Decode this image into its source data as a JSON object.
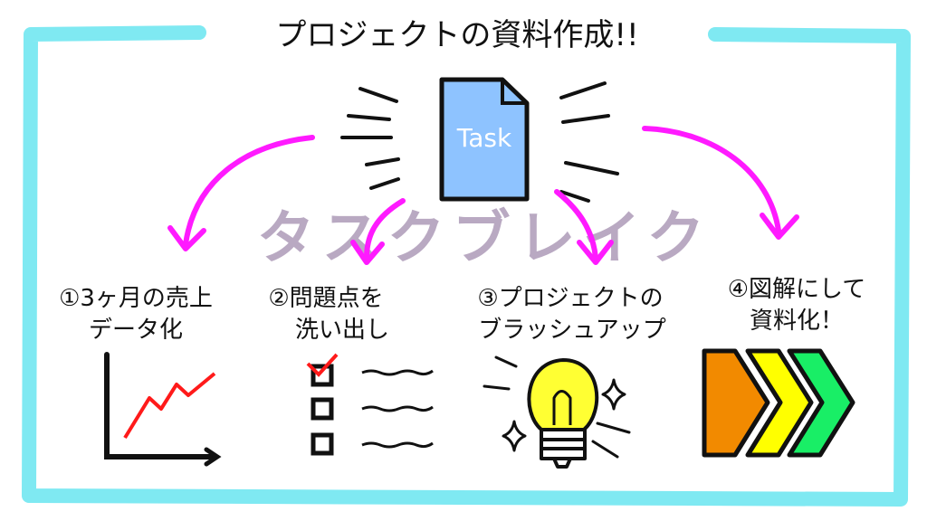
{
  "title": "プロジェクトの資料作成!!",
  "document_label": "Task",
  "watermark": "タスクブレイク",
  "steps": [
    {
      "line1": "①3ヶ月の売上",
      "line2": "データ化",
      "icon": "rising-chart-icon"
    },
    {
      "line1": "②問題点を",
      "line2": "洗い出し",
      "icon": "checklist-icon"
    },
    {
      "line1": "③プロジェクトの",
      "line2": "ブラッシュアップ",
      "icon": "lightbulb-icon"
    },
    {
      "line1": "④図解にして",
      "line2": "資料化！",
      "icon": "chevron-arrows-icon"
    }
  ],
  "colors": {
    "frame": "#7fe9f2",
    "arrow": "#ff1aff",
    "document": "#8ec3ff",
    "watermark": "#b9a9c2",
    "chart_line": "#ff1a1a",
    "bulb": "#ffff33",
    "chevron_orange": "#f28a00",
    "chevron_yellow": "#ffff00",
    "chevron_green": "#19ee66"
  }
}
